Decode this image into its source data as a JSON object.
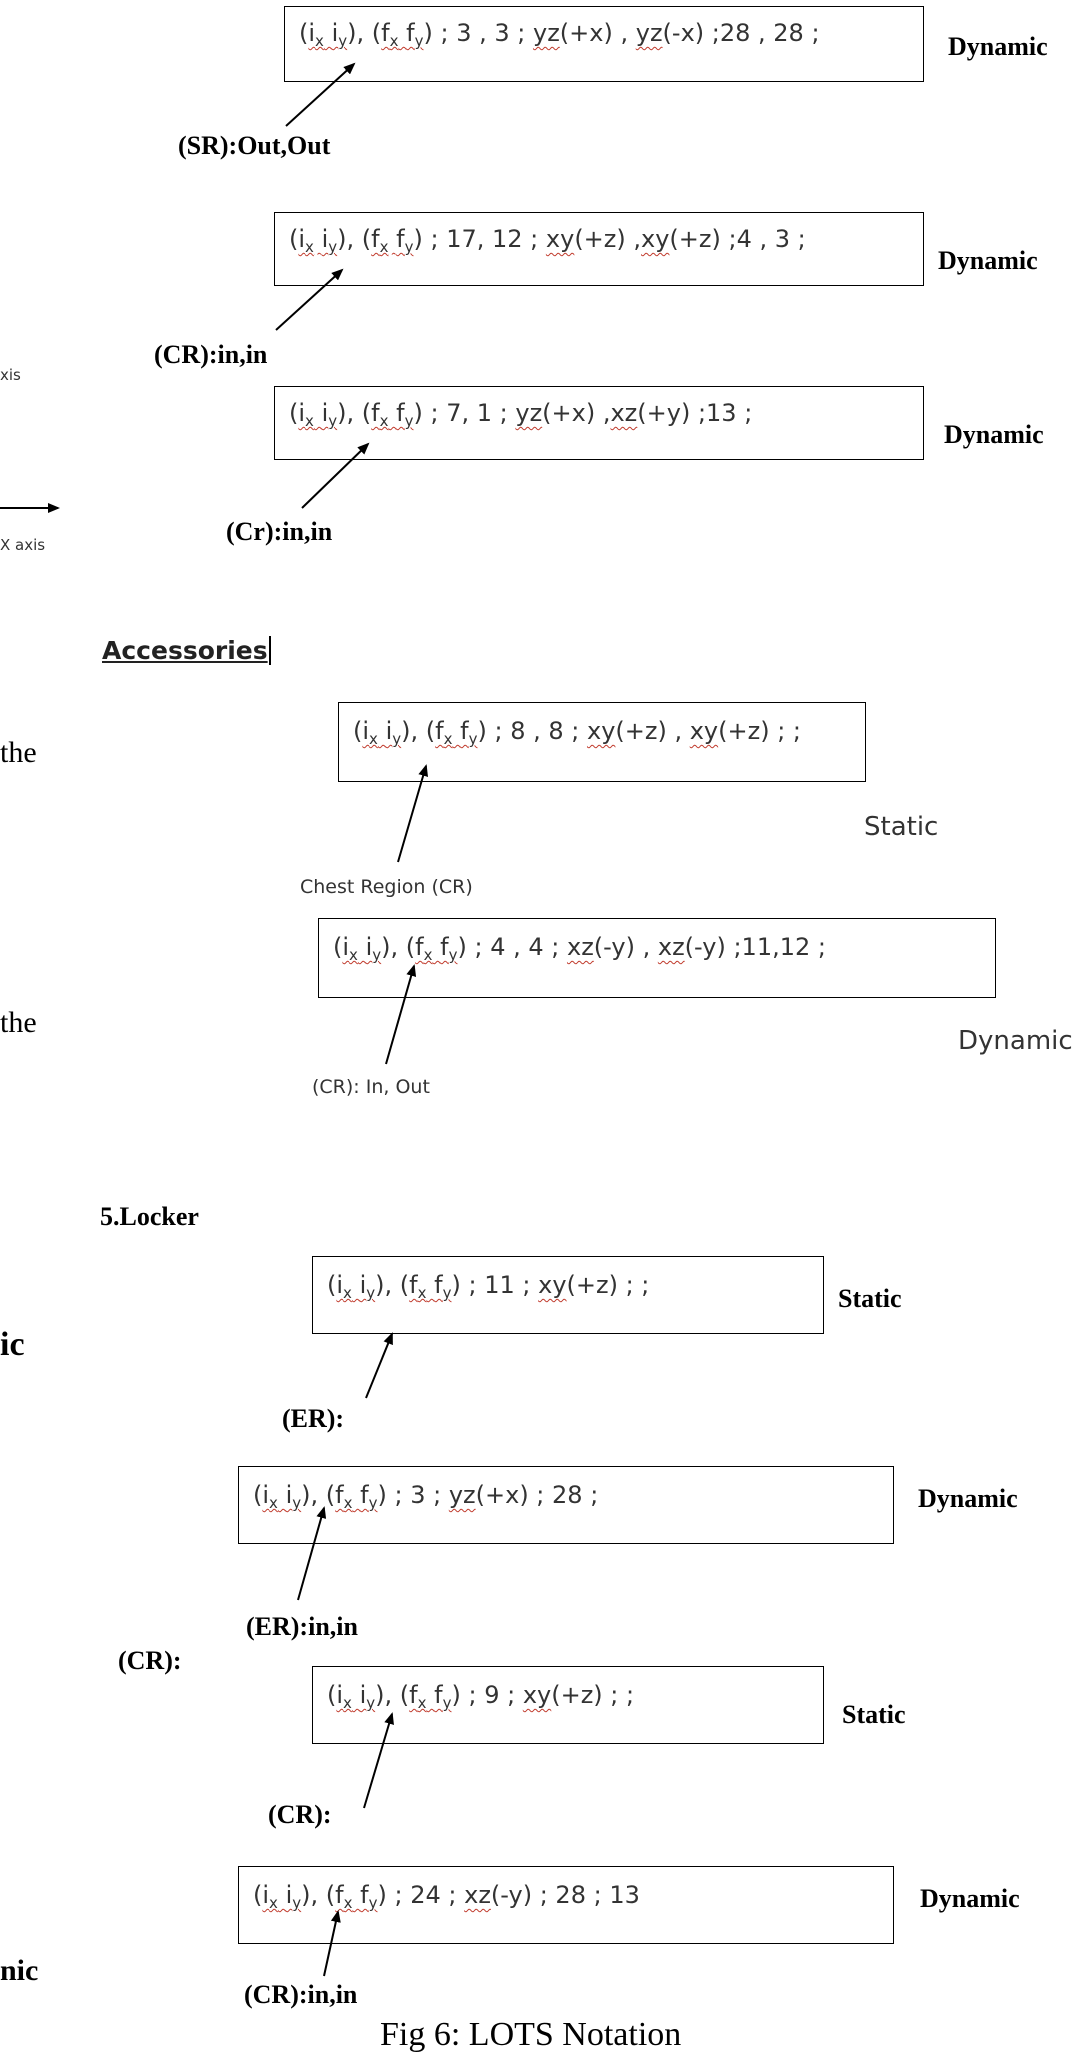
{
  "tokens": {
    "ix": "i",
    "x_sub": "x",
    "iy": "i",
    "y_sub": "y",
    "fx": "f",
    "fy": "f",
    "lp": "(",
    "rp": ")",
    "sp": " ",
    "sep": ", "
  },
  "boxes": [
    {
      "tail": "; 3 , 3 ; ",
      "parts": [
        {
          "s": "yz",
          "t": "(+x) , "
        },
        {
          "s": "yz",
          "t": "(-x)  ;28 , 28 ;"
        }
      ]
    },
    {
      "tail": "; 17, 12 ; ",
      "parts": [
        {
          "s": "xy",
          "t": "(+z) ,"
        },
        {
          "s": "xy",
          "t": "(+z)  ;4 , 3 ;"
        }
      ]
    },
    {
      "tail": "; 7, 1 ; ",
      "parts": [
        {
          "s": "yz",
          "t": "(+x) ,"
        },
        {
          "s": "xz",
          "t": "(+y)  ;13 ;"
        }
      ]
    },
    {
      "tail": "; 8 , 8 ; ",
      "parts": [
        {
          "s": "xy",
          "t": "(+z) , "
        },
        {
          "s": "xy",
          "t": "(+z) ;  ;"
        }
      ]
    },
    {
      "tail": "; 4 , 4 ; ",
      "parts": [
        {
          "s": "xz",
          "t": "(-y) , "
        },
        {
          "s": "xz",
          "t": "(-y) ;11,12  ;"
        }
      ]
    },
    {
      "tail": "; 11 ; ",
      "parts": [
        {
          "s": "xy",
          "t": "(+z) ;  ;"
        }
      ]
    },
    {
      "tail": "; 3  ; ",
      "parts": [
        {
          "s": "yz",
          "t": "(+x) ; 28  ;"
        }
      ]
    },
    {
      "tail": "; 9 ; ",
      "parts": [
        {
          "s": "xy",
          "t": "(+z) ;  ;"
        }
      ]
    },
    {
      "tail": "; 24  ; ",
      "parts": [
        {
          "s": "xz",
          "t": "(-y) ; 28  ;   13"
        }
      ]
    }
  ],
  "type_labels": [
    "Dynamic",
    "Dynamic",
    "Dynamic",
    "Static",
    "Dynamic",
    "Static",
    "Dynamic",
    "Static",
    "Dynamic"
  ],
  "pointer_labels": [
    "(SR):Out,Out",
    "(CR):in,in",
    "(Cr):in,in",
    "Chest Region (CR)",
    "(CR): In, Out",
    "(ER):",
    "(ER):in,in",
    "(CR):",
    "(CR):in,in"
  ],
  "headings": {
    "accessories": "Accessories",
    "locker": "5.Locker"
  },
  "side_labels": {
    "cr_left": "(CR):"
  },
  "left_fragments": [
    "xis",
    "X axis",
    "the",
    "the",
    "ic",
    "nic"
  ],
  "caption": "Fig 6: LOTS Notation"
}
